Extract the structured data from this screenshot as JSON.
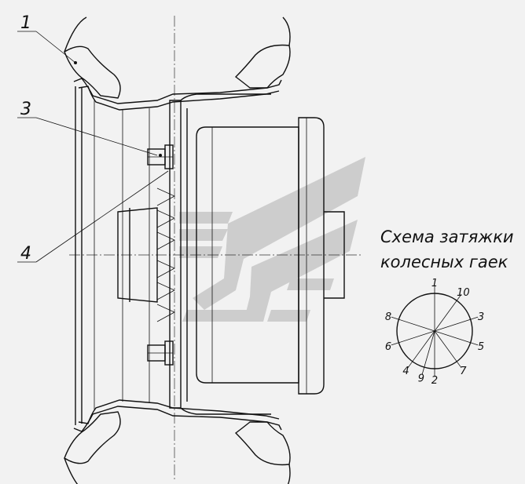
{
  "callouts": [
    {
      "id": "1",
      "label": "1"
    },
    {
      "id": "3",
      "label": "3"
    },
    {
      "id": "4",
      "label": "4"
    }
  ],
  "scheme": {
    "title_line1": "Схема затяжки",
    "title_line2": "колесных гаек",
    "bolt_numbers": [
      "1",
      "2",
      "3",
      "4",
      "5",
      "6",
      "7",
      "8",
      "9",
      "10"
    ]
  },
  "colors": {
    "line": "#111111",
    "background": "#f2f2f2",
    "tire_fill": "#cfcfcf",
    "watermark": "#c9c9c9"
  }
}
